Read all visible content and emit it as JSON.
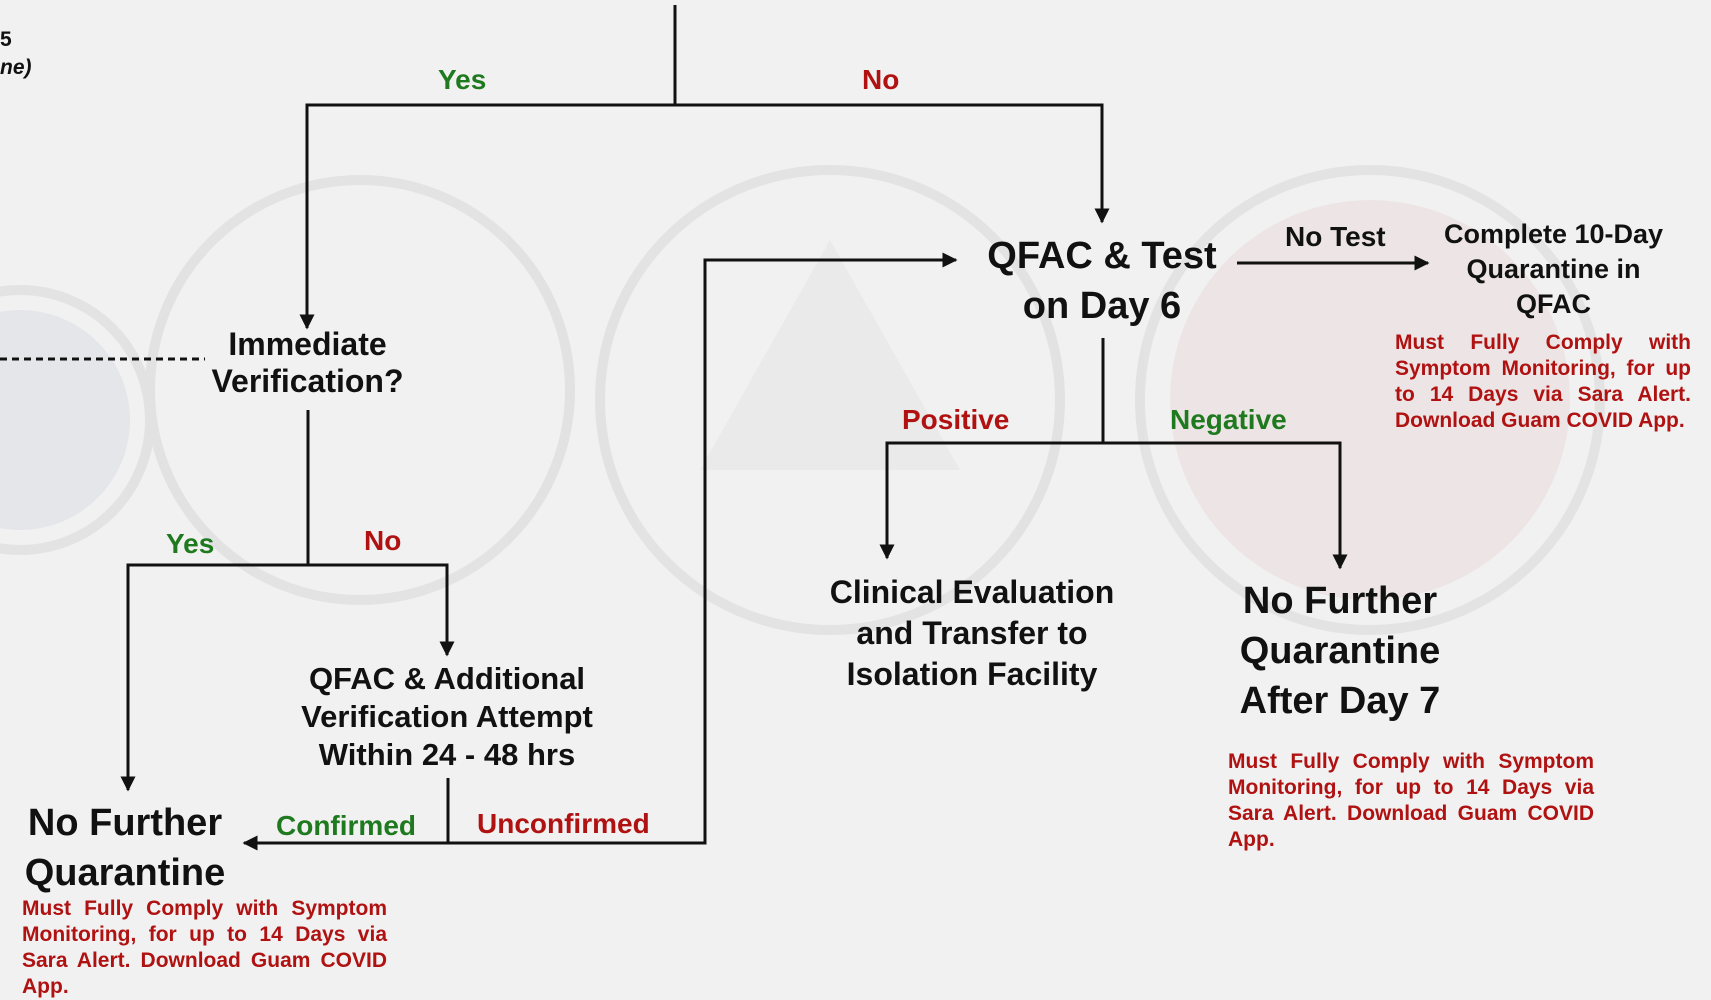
{
  "fragment": {
    "line1": "5",
    "line2": "ne)"
  },
  "edges": {
    "top_yes": "Yes",
    "top_no": "No",
    "verif_yes": "Yes",
    "verif_no": "No",
    "no_test": "No Test",
    "positive": "Positive",
    "negative": "Negative",
    "confirmed": "Confirmed",
    "unconfirmed": "Unconfirmed"
  },
  "nodes": {
    "immediate_verification": [
      "Immediate",
      "Verification?"
    ],
    "qfac_test": [
      "QFAC & Test",
      "on Day 6"
    ],
    "complete_quarantine": [
      "Complete 10-Day",
      "Quarantine in",
      "QFAC"
    ],
    "clinical_evaluation": [
      "Clinical Evaluation",
      "and Transfer to",
      "Isolation Facility"
    ],
    "no_further_after_day7": [
      "No Further",
      "Quarantine",
      "After Day 7"
    ],
    "qfac_additional": [
      "QFAC & Additional",
      "Verification Attempt",
      "Within 24 - 48 hrs"
    ],
    "no_further_quarantine": [
      "No Further",
      "Quarantine"
    ]
  },
  "notes": {
    "symptom_monitoring_qfac": "Must Fully Comply with Symptom Monitoring, for up to 14 Days via Sara Alert. Download Guam COVID App.",
    "symptom_monitoring_day7": "Must Fully Comply with Symptom Monitoring, for up to 14 Days via Sara Alert. Download Guam COVID App.",
    "symptom_monitoring_left": "Must Fully Comply with Symptom Monitoring, for up to 14 Days via Sara Alert. Download Guam COVID App."
  },
  "colors": {
    "yes": "#1f7a1f",
    "no": "#b01212",
    "note": "#b01212",
    "line": "#111111"
  }
}
